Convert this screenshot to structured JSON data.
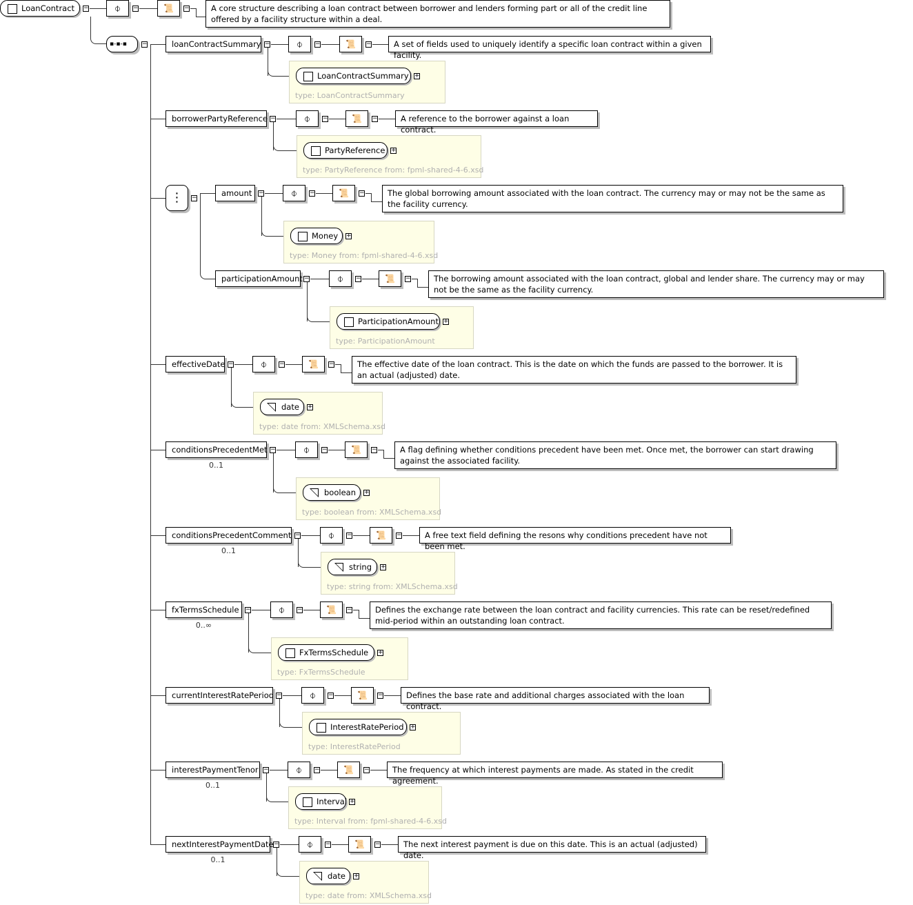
{
  "root": {
    "name": "LoanContract",
    "description": "A core structure describing a loan contract between borrower and lenders forming part or all of the credit line offered by a facility structure within a deal."
  },
  "icons": {
    "annotation": "paperclip-icon",
    "documentation": "scroll-icon",
    "sequence": "sequence-icon",
    "choice": "choice-icon",
    "collapse": "minus-box-icon",
    "expand": "plus-box-icon"
  },
  "elements": [
    {
      "name": "loanContractSummary",
      "occurrence": "",
      "description": "A set of fields used to uniquely identify a specific loan contract within a given facility.",
      "type_name": "LoanContractSummary",
      "type_kind": "complex",
      "type_label": "type: LoanContractSummary"
    },
    {
      "name": "borrowerPartyReference",
      "occurrence": "",
      "description": "A reference to the borrower against a loan contract.",
      "type_name": "PartyReference",
      "type_kind": "complex",
      "type_label": "type: PartyReference from: fpml-shared-4-6.xsd"
    },
    {
      "name": "amount",
      "group": "choice",
      "occurrence": "",
      "description": "The global borrowing amount associated with the loan contract. The currency may or may not be the same as the facility currency.",
      "type_name": "Money",
      "type_kind": "complex",
      "type_label": "type: Money from: fpml-shared-4-6.xsd"
    },
    {
      "name": "participationAmount",
      "group": "choice",
      "occurrence": "",
      "description": "The borrowing amount associated with the loan contract, global and lender share. The currency may or may not be the same as the facility currency.",
      "type_name": "ParticipationAmount",
      "type_kind": "complex",
      "type_label": "type: ParticipationAmount"
    },
    {
      "name": "effectiveDate",
      "occurrence": "",
      "description": "The effective date of the loan contract. This is the date on which the funds are passed to the borrower. It is an actual (adjusted) date.",
      "type_name": "date",
      "type_kind": "simple",
      "type_label": "type: date from: XMLSchema.xsd"
    },
    {
      "name": "conditionsPrecedentMet",
      "occurrence": "0..1",
      "description": "A flag defining whether conditions precedent have been met. Once met, the borrower can start drawing against the associated facility.",
      "type_name": "boolean",
      "type_kind": "simple",
      "type_label": "type: boolean from: XMLSchema.xsd"
    },
    {
      "name": "conditionsPrecedentComment",
      "occurrence": "0..1",
      "description": "A free text field defining the resons why conditions precedent have not been met.",
      "type_name": "string",
      "type_kind": "simple",
      "type_label": "type: string from: XMLSchema.xsd"
    },
    {
      "name": "fxTermsSchedule",
      "occurrence": "0..∞",
      "description": "Defines the exchange rate between the loan contract and facility currencies. This rate can be reset/redefined mid-period within an outstanding loan contract.",
      "type_name": "FxTermsSchedule",
      "type_kind": "complex",
      "type_label": "type: FxTermsSchedule"
    },
    {
      "name": "currentInterestRatePeriod",
      "occurrence": "",
      "description": "Defines the base rate and additional charges associated with the loan contract.",
      "type_name": "InterestRatePeriod",
      "type_kind": "complex",
      "type_label": "type: InterestRatePeriod"
    },
    {
      "name": "interestPaymentTenor",
      "occurrence": "0..1",
      "description": "The frequency at which interest payments are made. As stated in the credit agreement.",
      "type_name": "Interval",
      "type_kind": "complex",
      "type_label": "type: Interval from: fpml-shared-4-6.xsd"
    },
    {
      "name": "nextInterestPaymentDate",
      "occurrence": "0..1",
      "description": "The next interest payment is due on this date. This is an actual (adjusted) date.",
      "type_name": "date",
      "type_kind": "simple",
      "type_label": "type: date from: XMLSchema.xsd"
    }
  ]
}
